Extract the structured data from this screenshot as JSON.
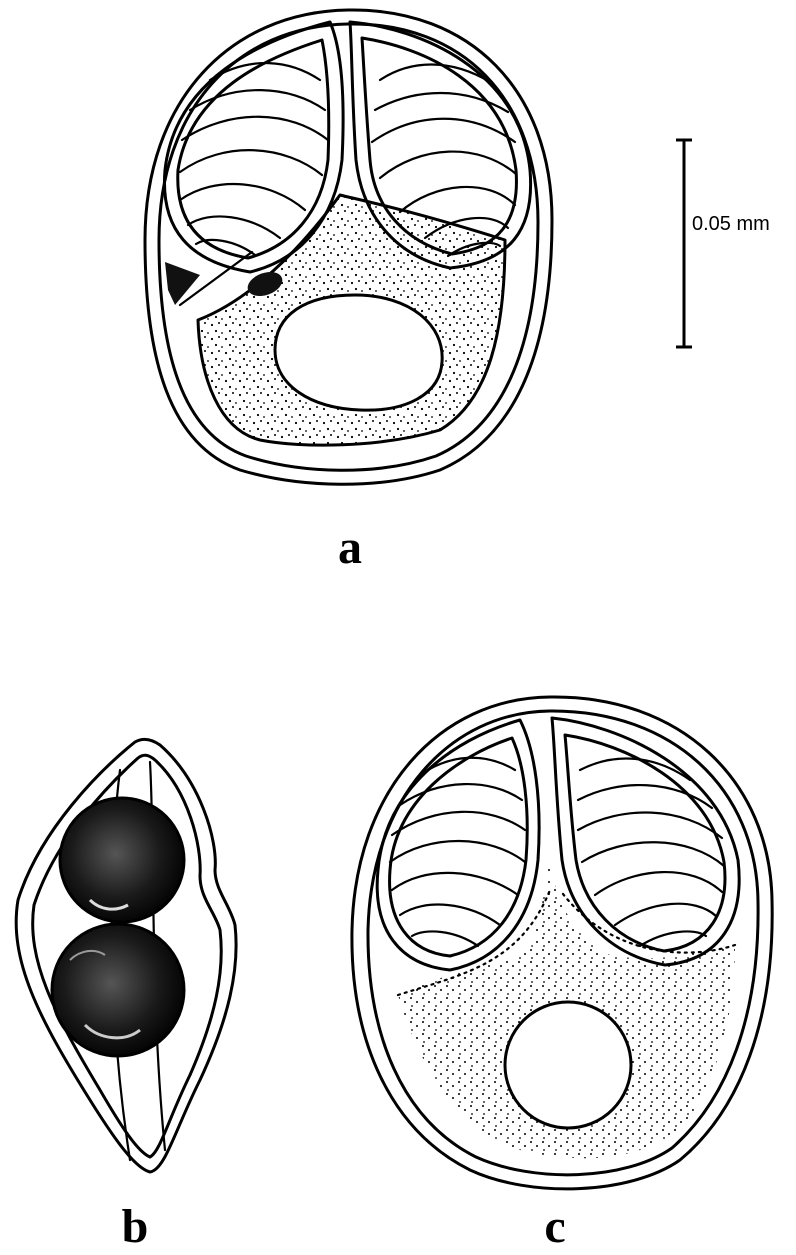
{
  "panels": {
    "a": {
      "label": "a"
    },
    "b": {
      "label": "b"
    },
    "c": {
      "label": "c"
    }
  },
  "scale_bar": {
    "label": "0.05 mm"
  }
}
